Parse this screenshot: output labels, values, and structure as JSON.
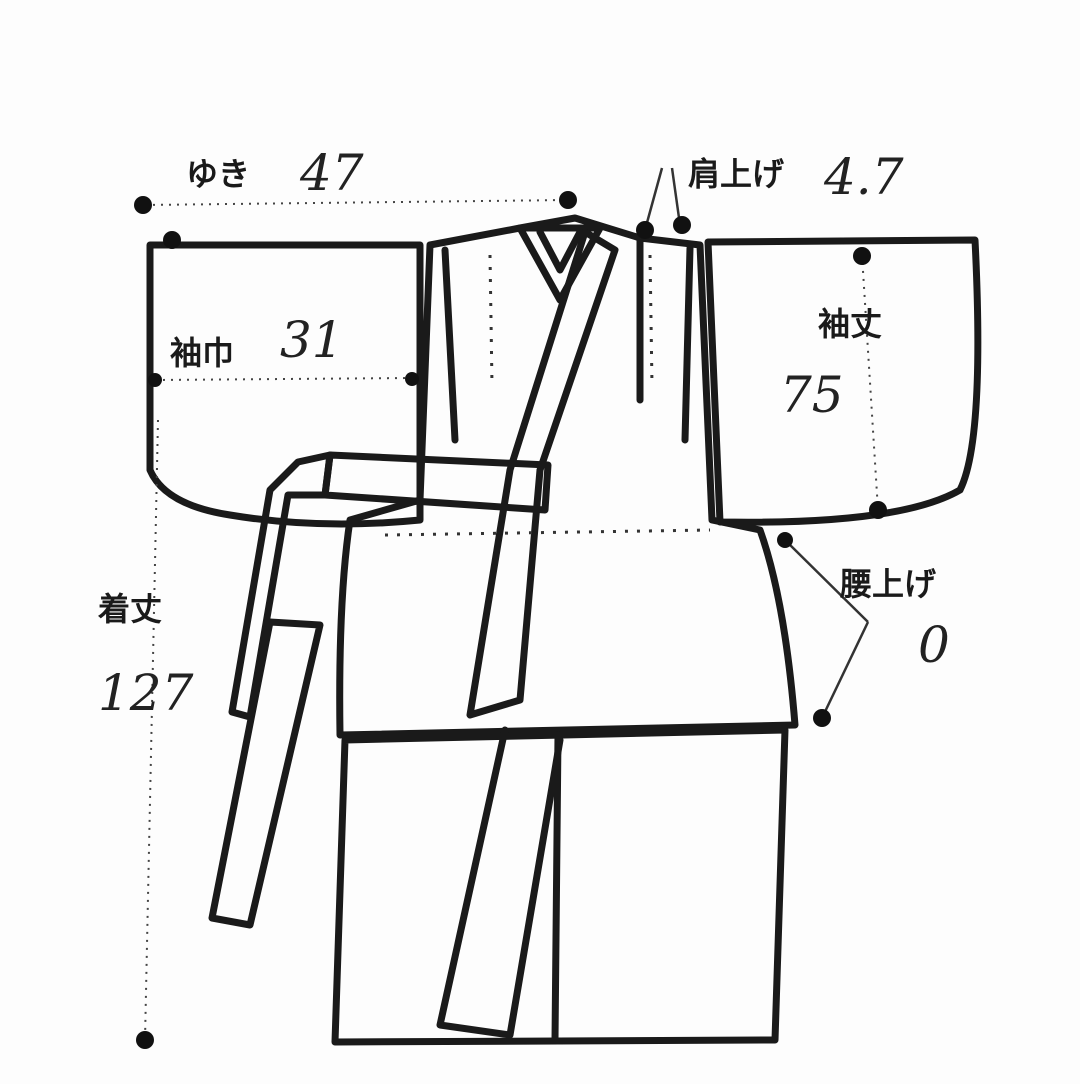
{
  "labels": {
    "yuki": {
      "label": "ゆき",
      "value": "47"
    },
    "kata_age": {
      "label": "肩上げ",
      "value": "4.7"
    },
    "sodehaba": {
      "label": "袖巾",
      "value": "31"
    },
    "sodetake": {
      "label": "袖丈",
      "value": "75"
    },
    "koshi_age": {
      "label": "腰上げ",
      "value": "0"
    },
    "kitake": {
      "label": "着丈",
      "value": "127"
    }
  },
  "colors": {
    "ink": "#1a1a1a",
    "paper": "#fdfdfd"
  }
}
